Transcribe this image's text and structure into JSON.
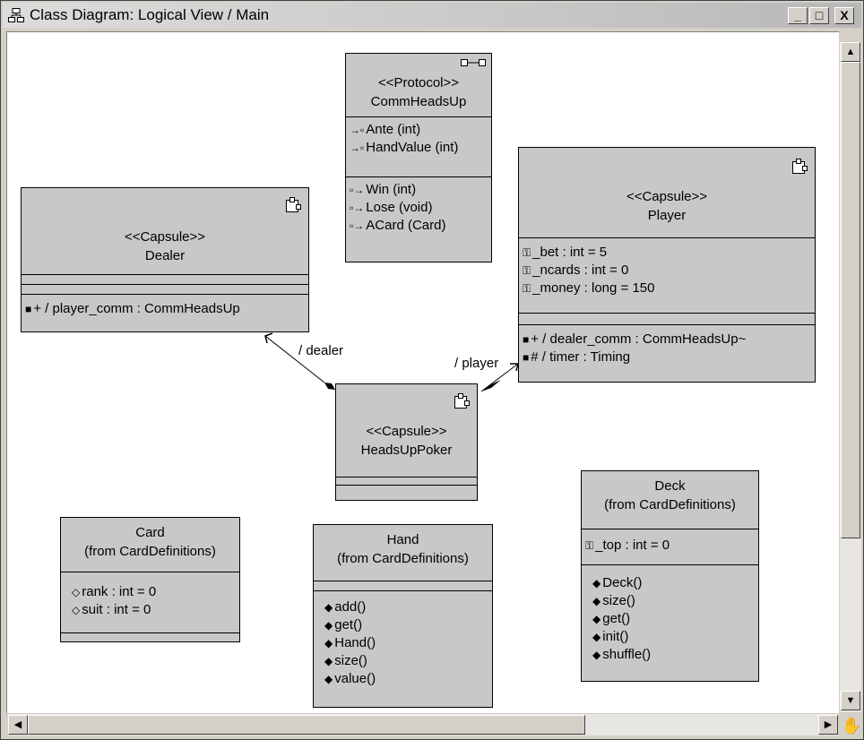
{
  "window": {
    "title": "Class Diagram: Logical View / Main",
    "controls": {
      "minimize": "_",
      "maximize": "□",
      "close": "X"
    }
  },
  "classes": {
    "comm": {
      "stereotype": "<<Protocol>>",
      "name": "CommHeadsUp",
      "incoming": [
        "Ante (int)",
        "HandValue (int)"
      ],
      "outgoing": [
        "Win (int)",
        "Lose (void)",
        "ACard (Card)"
      ]
    },
    "dealer": {
      "stereotype": "<<Capsule>>",
      "name": "Dealer",
      "ports": [
        "+ / player_comm : CommHeadsUp"
      ]
    },
    "player": {
      "stereotype": "<<Capsule>>",
      "name": "Player",
      "attributes": [
        "_bet : int = 5",
        "_ncards : int = 0",
        "_money : long = 150"
      ],
      "ports": [
        "+ / dealer_comm : CommHeadsUp~",
        "# / timer : Timing"
      ]
    },
    "poker": {
      "stereotype": "<<Capsule>>",
      "name": "HeadsUpPoker"
    },
    "card": {
      "name": "Card",
      "from": "(from CardDefinitions)",
      "attributes": [
        "rank : int = 0",
        "suit : int = 0"
      ]
    },
    "hand": {
      "name": "Hand",
      "from": "(from CardDefinitions)",
      "operations": [
        "add()",
        "get()",
        "Hand()",
        "size()",
        "value()"
      ]
    },
    "deck": {
      "name": "Deck",
      "from": "(from CardDefinitions)",
      "attributes": [
        "_top : int = 0"
      ],
      "operations": [
        "Deck()",
        "size()",
        "get()",
        "init()",
        "shuffle()"
      ]
    }
  },
  "relations": {
    "dealer_role": "/ dealer",
    "player_role": "/ player"
  },
  "icons": {
    "title": "class-diagram-icon",
    "corner": "hand-pan-icon"
  }
}
